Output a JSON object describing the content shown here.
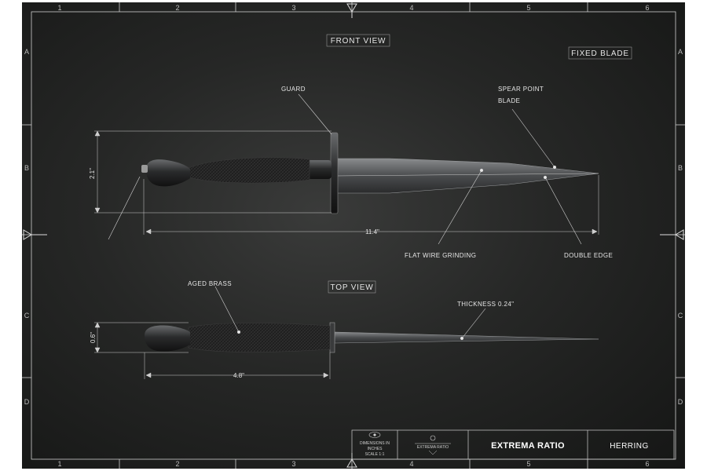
{
  "border": {
    "columns": [
      "1",
      "2",
      "3",
      "4",
      "5",
      "6"
    ],
    "rows": [
      "A",
      "B",
      "C",
      "D"
    ]
  },
  "views": {
    "front": "FRONT VIEW",
    "top": "TOP VIEW"
  },
  "type_label": "FIXED BLADE",
  "callouts": {
    "guard": "GUARD",
    "spear_point": "SPEAR POINT",
    "blade": "BLADE",
    "flat_wire": "FLAT WIRE GRINDING",
    "double_edge": "DOUBLE EDGE",
    "aged_brass": "AGED BRASS",
    "thickness": "THICKNESS 0.24\""
  },
  "dimensions": {
    "height": "2.1\"",
    "length": "11.4\"",
    "top_height": "0.6\"",
    "handle_length": "4.8\""
  },
  "title_block": {
    "note_lines": [
      "DIMENSIONS IN",
      "INCHES",
      "SCALE 1:1"
    ],
    "logo_text": "EXTREMA RATIO",
    "brand": "EXTREMA RATIO",
    "model": "HERRING"
  },
  "colors": {
    "background": "#262726",
    "lines": "#d9d9d9"
  }
}
